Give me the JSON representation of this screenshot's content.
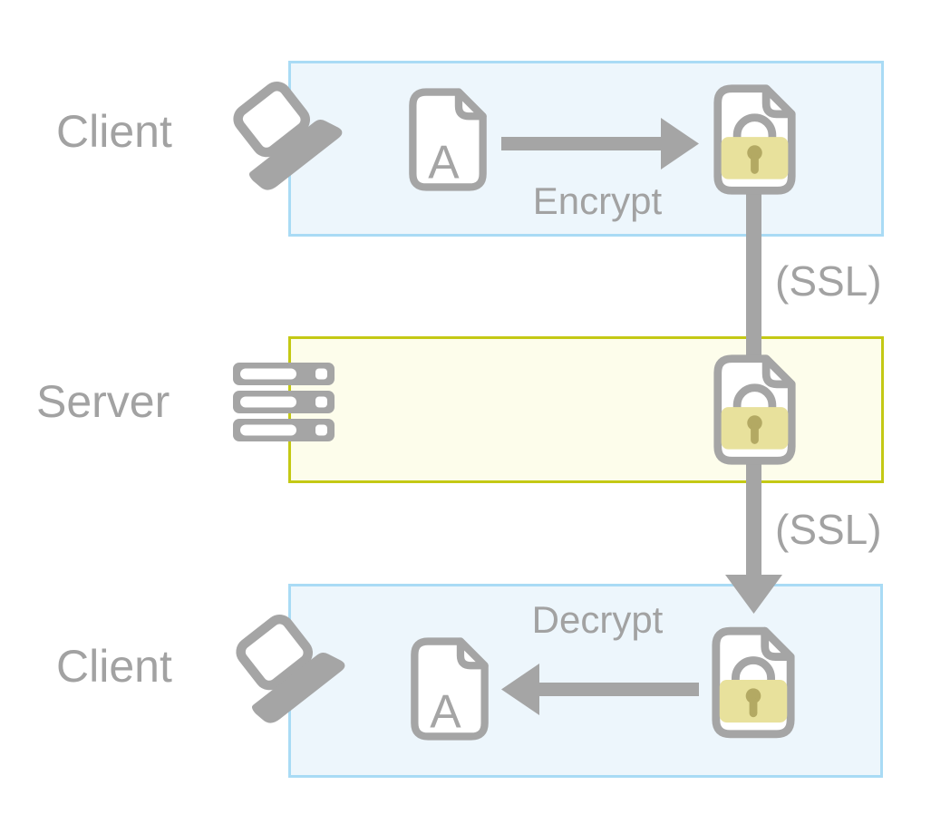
{
  "diagram": {
    "zones": {
      "client_top": {
        "label": "Client",
        "icon": "laptop-icon"
      },
      "server": {
        "label": "Server",
        "icon": "server-rack-icon"
      },
      "client_bottom": {
        "label": "Client",
        "icon": "laptop-icon"
      }
    },
    "steps": {
      "encrypt": "Encrypt",
      "decrypt": "Decrypt"
    },
    "connections": {
      "ssl_top": "(SSL)",
      "ssl_bottom": "(SSL)"
    },
    "document": {
      "letter": "A",
      "plain_icon": "document-icon",
      "encrypted_icon": "locked-document-icon"
    },
    "colors": {
      "client_zone_fill": "#edf6fc",
      "client_zone_border": "#a9dbf5",
      "server_zone_fill": "#fdfdeb",
      "server_zone_border": "#c4c914",
      "icon_gray": "#a5a5a5",
      "label_text": "#a2a2a2",
      "lock_body": "#e8e19c",
      "lock_keyhole": "#b3a963"
    }
  }
}
